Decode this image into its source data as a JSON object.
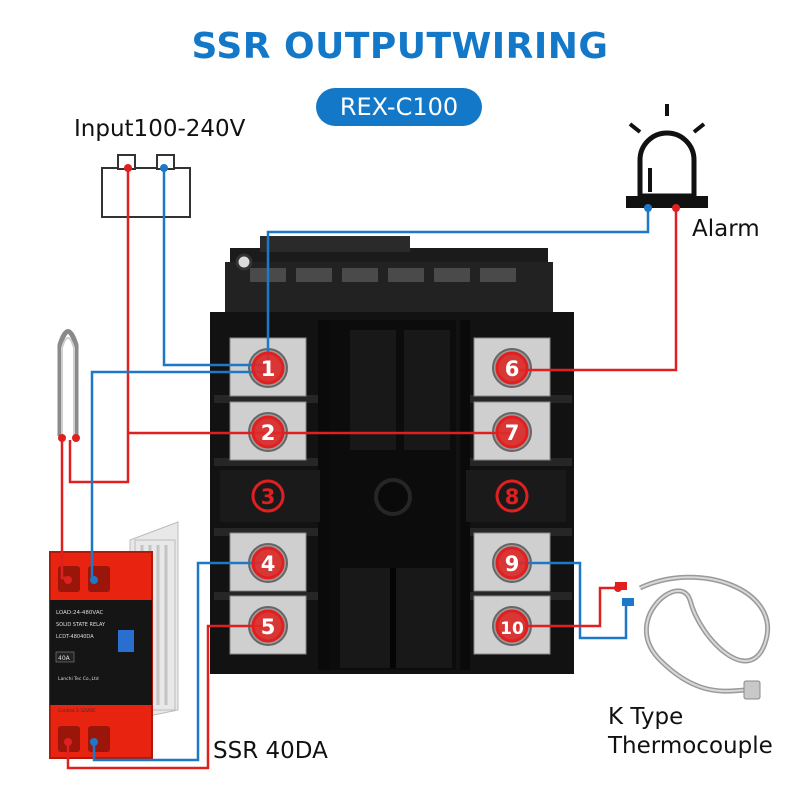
{
  "title": "SSR OUTPUTWIRING",
  "model": "REX-C100",
  "labels": {
    "input": "Input100-240V",
    "alarm": "Alarm",
    "ssr": "SSR 40DA",
    "thermocouple_line1": "K Type",
    "thermocouple_line2": "Thermocouple"
  },
  "terminals": [
    "1",
    "2",
    "3",
    "4",
    "5",
    "6",
    "7",
    "8",
    "9",
    "10"
  ],
  "ssr_text": {
    "load": "LOAD:24-480VAC",
    "type": "SOLID STATE RELAY",
    "model": "LCDT-48040DA",
    "rating": "40A",
    "maker": "Lanchi Tec Co.,Ltd",
    "control": "Control:3-32VDC"
  },
  "colors": {
    "title": "#1478c8",
    "wire_red": "#e02020",
    "wire_blue": "#1e78c8",
    "controller_body": "#1a1a1a",
    "ssr_body": "#e8230f"
  }
}
